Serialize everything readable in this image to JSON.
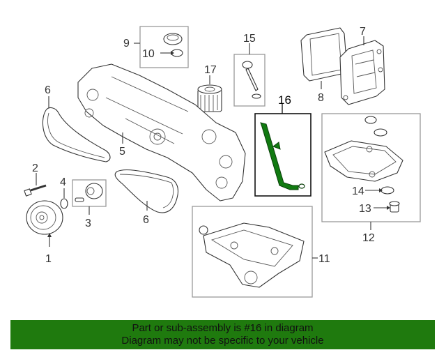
{
  "callouts": {
    "c1": "1",
    "c2": "2",
    "c3": "3",
    "c4": "4",
    "c5": "5",
    "c6a": "6",
    "c6b": "6",
    "c7": "7",
    "c8": "8",
    "c9": "9",
    "c10": "10",
    "c11": "11",
    "c12": "12",
    "c13": "13",
    "c14": "14",
    "c15": "15",
    "c16": "16",
    "c17": "17"
  },
  "highlight_part": "16",
  "colors": {
    "highlight_part": "#117a11",
    "banner_bg": "#1f7a0e",
    "banner_text": "#111111"
  },
  "banner": {
    "line1": "Part or sub-assembly is #16 in diagram",
    "line2": "Diagram may not be specific to your vehicle"
  }
}
